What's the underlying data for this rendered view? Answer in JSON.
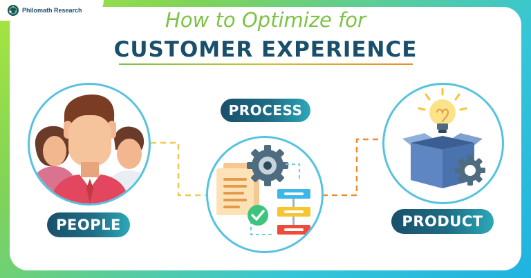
{
  "brand": {
    "name": "Philomath Research",
    "icon": "globe-network-icon"
  },
  "title": {
    "line1": "How to Optimize for",
    "line2": "CUSTOMER EXPERIENCE"
  },
  "labels": {
    "people": "PEOPLE",
    "process": "PROCESS",
    "product": "PRODUCT"
  },
  "icons": {
    "people": "people-group-icon",
    "process": "workflow-gear-icon",
    "product": "box-lightbulb-gear-icon"
  },
  "colors": {
    "accent_green": "#7cc243",
    "navy": "#1a4f6b",
    "teal": "#2ca8b8",
    "orange": "#f08a2a",
    "dash_yellow": "#f2c94c"
  }
}
